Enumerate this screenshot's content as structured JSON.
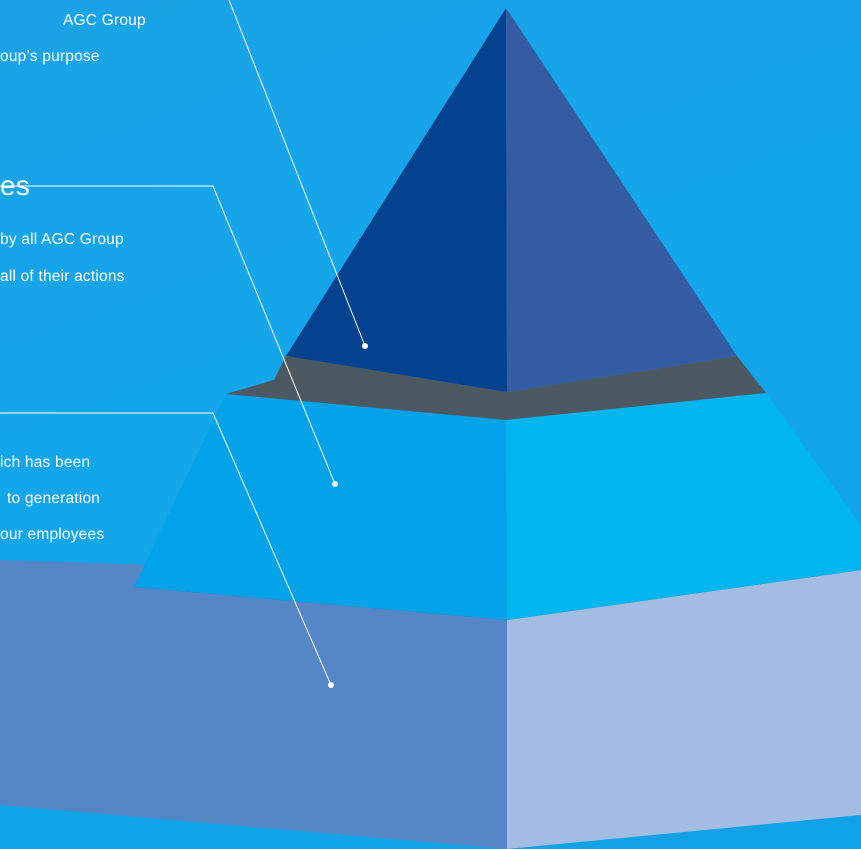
{
  "sections": {
    "top": {
      "lines": [
        "AGC Group",
        "oup’s purpose"
      ]
    },
    "middle": {
      "heading": "es",
      "lines": [
        "by all AGC Group",
        "all of their actions"
      ]
    },
    "bottom": {
      "lines": [
        "ich has been",
        "to generation",
        "our employees"
      ]
    }
  },
  "colors": {
    "background": "#13a6ea",
    "top_left_face": "#04418f",
    "top_right_face": "#335ca3",
    "middle_left_face": "#02a3e8",
    "middle_right_face": "#01b6ee",
    "bottom_left_face": "#5587c7",
    "bottom_right_face": "#a3bce4",
    "gap_shadow": "#4c5962",
    "leader_line": "#ffffff"
  }
}
